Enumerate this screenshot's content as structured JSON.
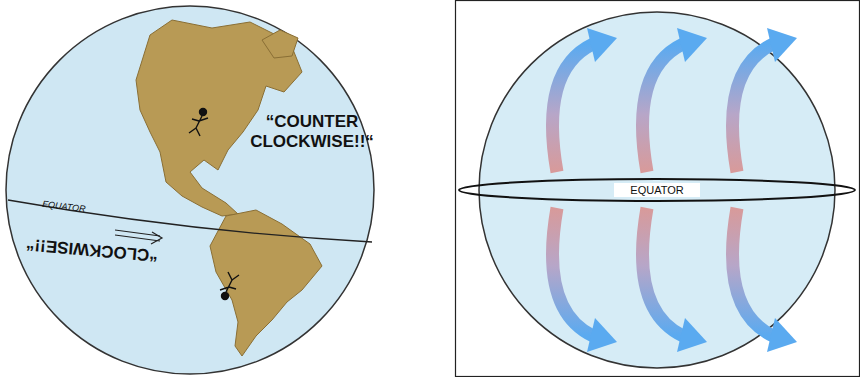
{
  "diagram": {
    "labels": [
      "EQUATOR",
      "“COUNTER CLOCKWISE!!“",
      "“CLOCKWISE!!“",
      "EQUATOR"
    ]
  }
}
